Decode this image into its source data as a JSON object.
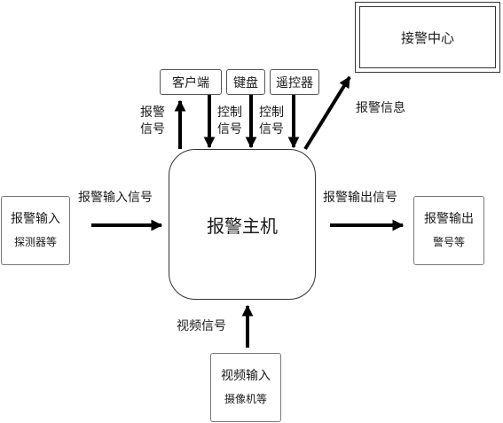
{
  "nodes": {
    "alarm_center": "接警中心",
    "client": "客户端",
    "keyboard": "键盘",
    "remote": "遥控器",
    "host": "报警主机",
    "input_device": {
      "line1": "报警输入",
      "line2": "探测器等"
    },
    "output_device": {
      "line1": "报警输出",
      "line2": "警号等"
    },
    "video_device": {
      "line1": "视频输入",
      "line2": "摄像机等"
    }
  },
  "edges": {
    "alarm_signal": {
      "line1": "报警",
      "line2": "信号"
    },
    "control_signal_kb": {
      "line1": "控制",
      "line2": "信号"
    },
    "control_signal_rc": {
      "line1": "控制",
      "line2": "信号"
    },
    "alarm_info": "报警信息",
    "alarm_input_signal": "报警输入信号",
    "alarm_output_signal": "报警输出信号",
    "video_signal": "视频信号"
  }
}
